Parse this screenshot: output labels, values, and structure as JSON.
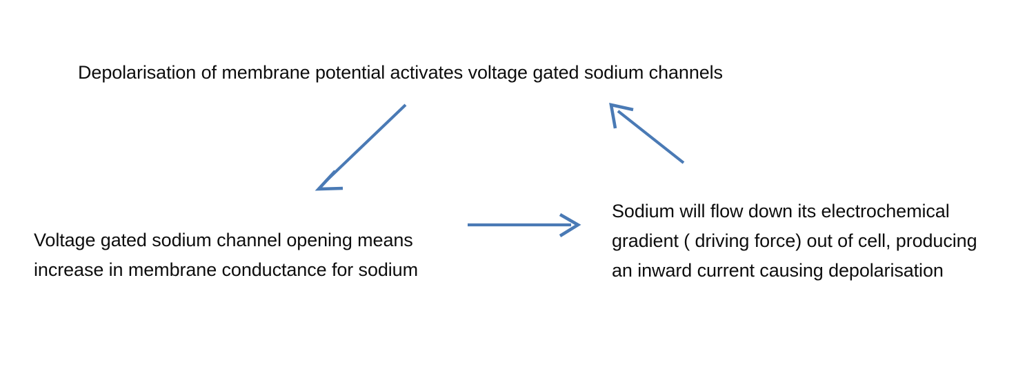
{
  "diagram": {
    "title": "Depolarisation of membrane potential activates voltage gated sodium channels",
    "background_color": "#ffffff",
    "text_color": "#0d0d0d",
    "arrow_color": "#4a7ab5",
    "nodes": [
      {
        "id": "trigger",
        "text": "Depolarisation of membrane potential activates voltage gated sodium channels"
      },
      {
        "id": "conductance",
        "text": "Voltage gated sodium channel opening means increase in membrane conductance for sodium"
      },
      {
        "id": "current",
        "text": "Sodium will flow down its electrochemical gradient ( driving force) out of cell, producing an inward current causing depolarisation"
      }
    ],
    "arrows": [
      {
        "id": "trigger-to-conductance",
        "from": "trigger",
        "to": "conductance",
        "direction": "down-left"
      },
      {
        "id": "conductance-to-current",
        "from": "conductance",
        "to": "current",
        "direction": "right"
      },
      {
        "id": "current-to-trigger",
        "from": "current",
        "to": "trigger",
        "direction": "up-left"
      }
    ]
  }
}
